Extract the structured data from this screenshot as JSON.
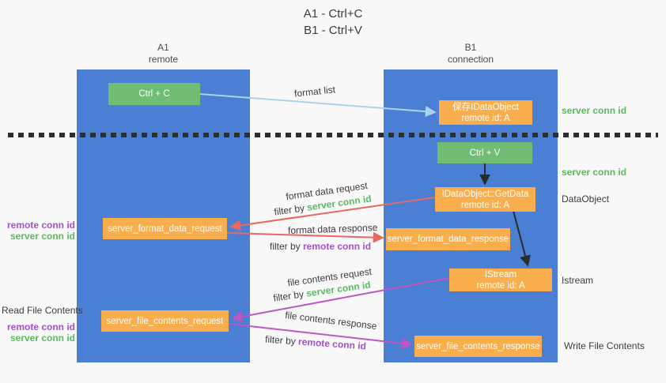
{
  "title": {
    "line1": "A1 - Ctrl+C",
    "line2": "B1 - Ctrl+V"
  },
  "lanes": {
    "left": {
      "name": "A1",
      "role": "remote"
    },
    "right": {
      "name": "B1",
      "role": "connection"
    }
  },
  "nodes": {
    "ctrl_c": {
      "label": "Ctrl + C"
    },
    "save_idataobject": {
      "line1": "保存IDataObject",
      "line2": "remote id: A"
    },
    "ctrl_v": {
      "label": "Ctrl + V"
    },
    "getdata": {
      "line1": "IDataObject::GetData",
      "line2": "remote id: A"
    },
    "format_request": {
      "label": "server_format_data_request"
    },
    "format_response": {
      "label": "server_format_data_response"
    },
    "istream_node": {
      "line1": "IStream",
      "line2": "remote id: A"
    },
    "file_request": {
      "label": "server_file_contents_request"
    },
    "file_response": {
      "label": "server_file_contents_response"
    }
  },
  "annotations": {
    "right": {
      "server_conn_id_top": "server conn id",
      "server_conn_id_mid": "server conn id",
      "dataobject": "DataObject",
      "istream": "Istream",
      "write_file_contents": "Write File Contents"
    },
    "left": {
      "remote_conn_id_1": "remote conn id",
      "server_conn_id_1": "server conn id",
      "read_file_contents": "Read File Contents",
      "remote_conn_id_2": "remote conn id",
      "server_conn_id_2": "server conn id"
    }
  },
  "arrow_labels": {
    "format_list": "format list",
    "format_data_request": "format data request",
    "filter_request_prefix": "filter by ",
    "filter_request_value": "server conn id",
    "format_data_response": "format data response",
    "filter_response_prefix": "filter by ",
    "filter_response_value": "remote conn id",
    "file_contents_request": "file contents request",
    "filter_file_request_prefix": "filter by ",
    "filter_file_request_value": "server conn id",
    "file_contents_response": "file contents response",
    "filter_file_response_prefix": "filter by ",
    "filter_file_response_value": "remote conn id"
  },
  "colors": {
    "lane_blue": "#4a7fd3",
    "box_orange": "#f9ae4d",
    "box_green": "#70bd73",
    "arrow_lightblue": "#a9d3ee",
    "arrow_red": "#e5695f",
    "arrow_magenta": "#c055c6",
    "arrow_black": "#2b2b2b",
    "label_green": "#5bb95e",
    "label_purple": "#a44fd0",
    "text_dark": "#3c3c3c",
    "dot_color": "#2e2e2e"
  }
}
